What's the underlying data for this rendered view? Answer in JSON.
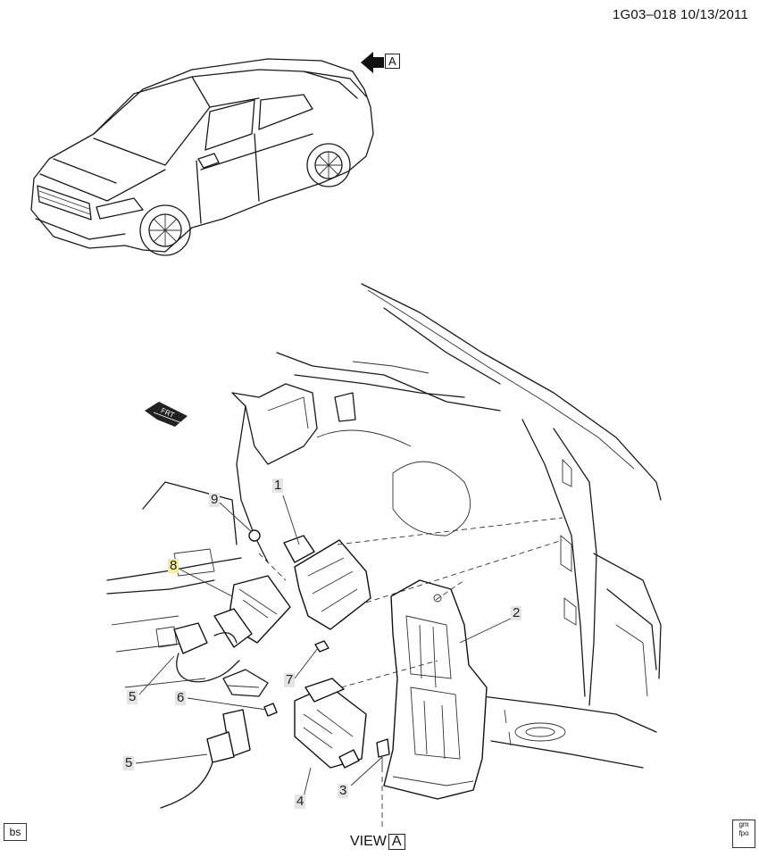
{
  "header": {
    "code_date": "1G03–018  10/13/2011"
  },
  "view_arrow": {
    "label": "A"
  },
  "front_indicator": {
    "label": "FRT"
  },
  "callouts": [
    {
      "id": "1",
      "label": "1"
    },
    {
      "id": "2",
      "label": "2"
    },
    {
      "id": "3",
      "label": "3"
    },
    {
      "id": "4",
      "label": "4"
    },
    {
      "id": "5a",
      "label": "5"
    },
    {
      "id": "5b",
      "label": "5"
    },
    {
      "id": "6",
      "label": "6"
    },
    {
      "id": "7",
      "label": "7"
    },
    {
      "id": "8",
      "label": "8"
    },
    {
      "id": "9",
      "label": "9"
    }
  ],
  "view_label": {
    "text": "VIEW",
    "letter": "A"
  },
  "corner_left": {
    "text": "bs"
  },
  "corner_right": {
    "text": "gm\nfpo"
  }
}
